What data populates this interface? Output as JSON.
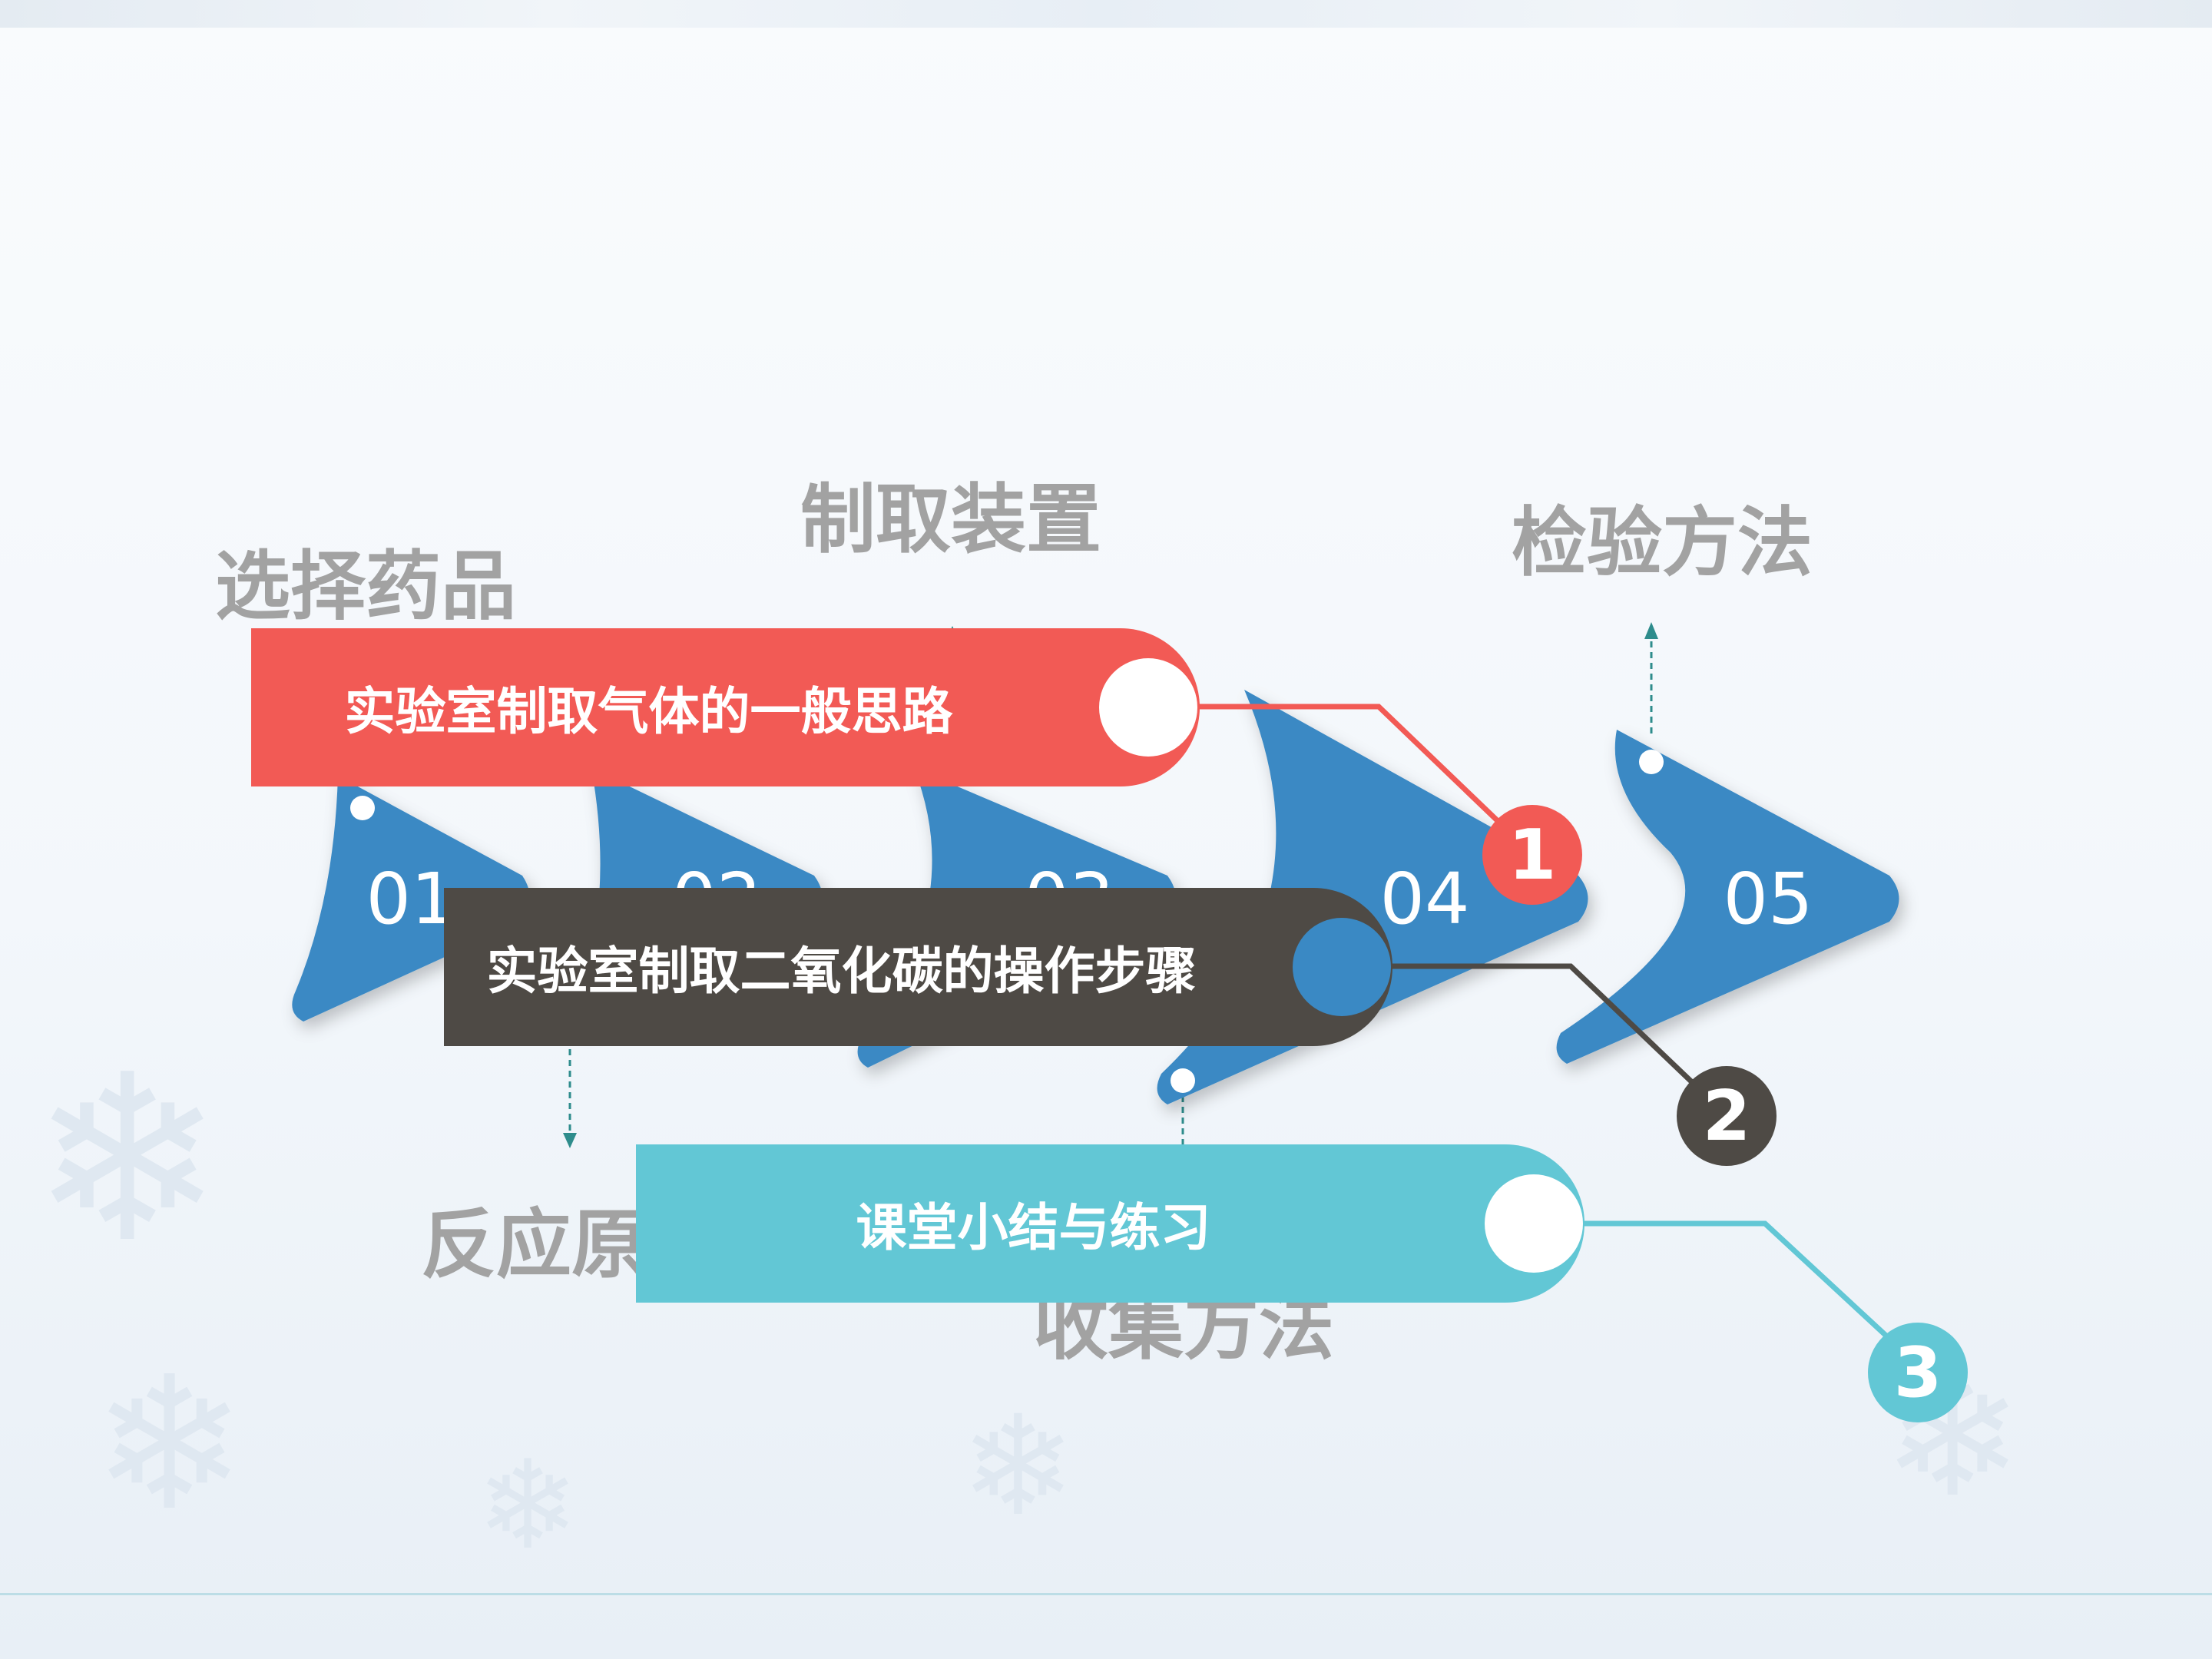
{
  "steps": [
    {
      "number": "01",
      "label": "选择药品"
    },
    {
      "number": "02",
      "label": "反应原理"
    },
    {
      "number": "03",
      "label": "制取装置"
    },
    {
      "number": "04",
      "label": "收集方法"
    },
    {
      "number": "05",
      "label": "检验方法"
    }
  ],
  "banners": [
    {
      "text": "实验室制取气体的一般思路",
      "badge": "1",
      "color": "#f25a55"
    },
    {
      "text": "实验室制取二氧化碳的操作步骤",
      "badge": "2",
      "color": "#4e4a45"
    },
    {
      "text": "课堂小结与练习",
      "badge": "3",
      "color": "#62c7d5"
    }
  ],
  "colors": {
    "chevron": "#3a89c4",
    "label": "#a2a2a2",
    "connector": "#2e8c8c"
  }
}
